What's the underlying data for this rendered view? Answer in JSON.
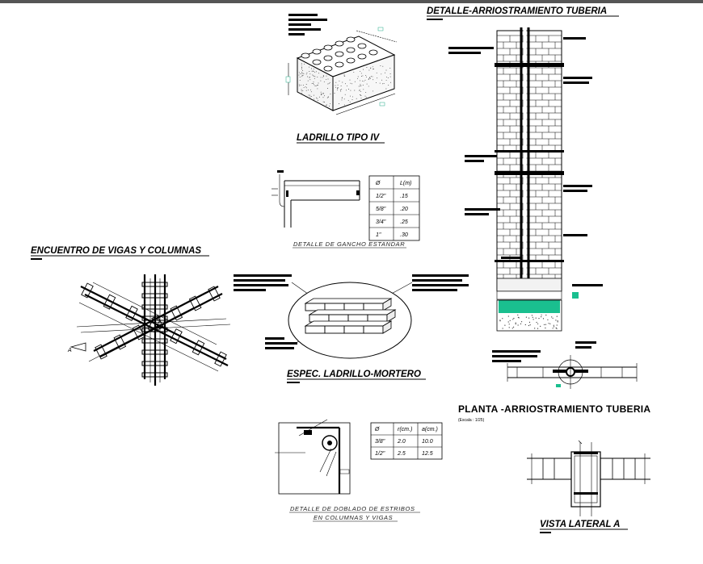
{
  "titles": {
    "brick": "LADRILLO TIPO IV",
    "bracing_detail": "DETALLE-ARRIOSTRAMIENTO TUBERIA",
    "beam_column": "ENCUENTRO DE VIGAS Y COLUMNAS",
    "brick_mortar": "ESPEC. LADRILLO-MORTERO",
    "plan_bracing": "PLANTA -ARRIOSTRAMIENTO TUBERIA",
    "plan_scale": "(Escala : 1/25)",
    "side_view": "VISTA LATERAL A"
  },
  "captions": {
    "hook": "DETALLE  DE  GANCHO  ESTANDAR",
    "stirrup_line1": "DETALLE  DE  DOBLADO  DE  ESTRIBOS",
    "stirrup_line2": "EN  COLUMNAS  Y  VIGAS"
  },
  "hook_table": {
    "headers": [
      "Ø",
      "L(m)"
    ],
    "rows": [
      [
        "1/2\"",
        ".15"
      ],
      [
        "5/8\"",
        ".20"
      ],
      [
        "3/4\"",
        ".25"
      ],
      [
        "1\"",
        ".30"
      ]
    ]
  },
  "stirrup_table": {
    "headers": [
      "Ø",
      "r(cm.)",
      "a(cm.)"
    ],
    "rows": [
      [
        "3/8\"",
        "2.0",
        "10.0"
      ],
      [
        "1/2\"",
        "2.5",
        "12.5"
      ]
    ]
  },
  "marker_label": "A",
  "colors": {
    "ink": "#000000",
    "accent_green": "#1abf8f"
  }
}
